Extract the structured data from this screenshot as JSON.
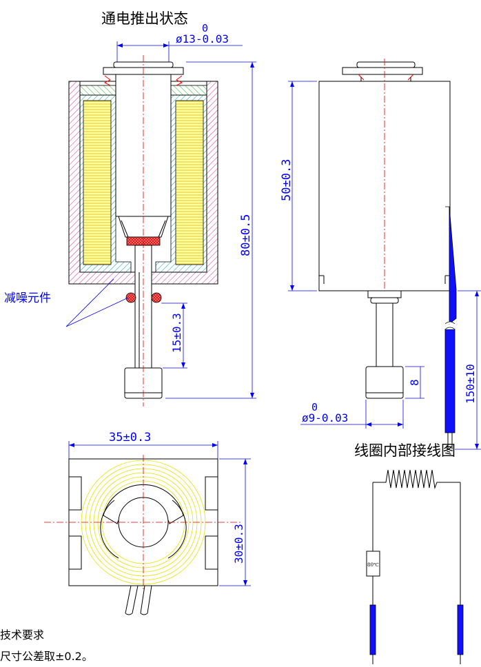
{
  "labels": {
    "title_energized": "通电推出状态",
    "noise_element": "减噪元件",
    "wiring_title": "线圈内部接线图",
    "tech_req": "技术要求",
    "tolerance_note": "尺寸公差取±0.2。",
    "thermal_fuse": "80℃"
  },
  "dimensions": {
    "shaft_dia_tol": "0",
    "shaft_dia": "ø13-0.03",
    "total_length": "80±0.5",
    "body_height": "50±0.3",
    "stroke": "15±0.3",
    "head_height": "8",
    "rod_dia_tol": "0",
    "rod_dia": "ø9-0.03",
    "lead_length": "150±10",
    "width": "35±0.3",
    "depth": "30±0.3"
  },
  "colors": {
    "dimension": "#0000ff",
    "centerline": "#e00000",
    "hatch_frame": "#cc3399",
    "hatch_bobbin": "#00a0a0",
    "coil_fill": "#ffff99",
    "cap_hatch": "#22aa22",
    "lead_wire": "#1010ff",
    "damper": "#ff3333"
  }
}
